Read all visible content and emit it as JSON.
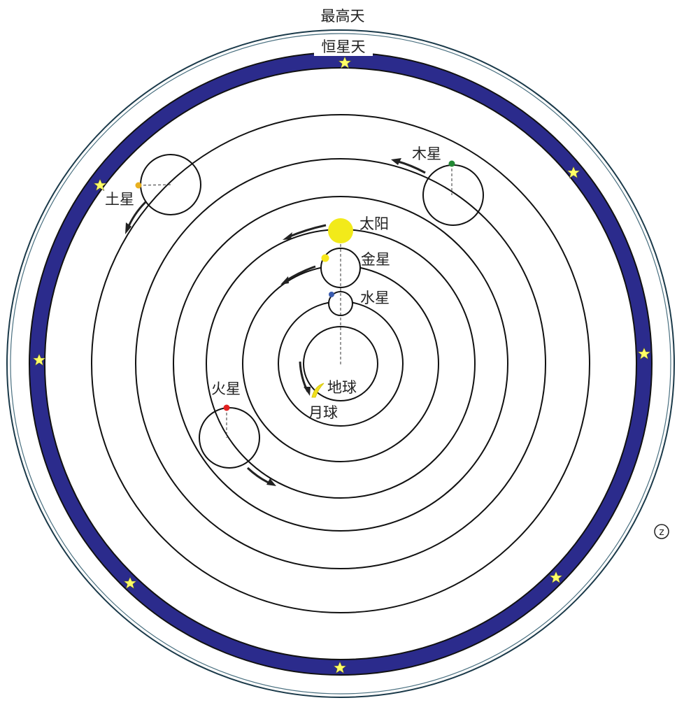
{
  "labels": {
    "empyrean": "最高天",
    "fixed_stars": "恒星天",
    "saturn": "土星",
    "jupiter": "木星",
    "sun": "太阳",
    "venus": "金星",
    "mercury": "水星",
    "mars": "火星",
    "earth": "地球",
    "moon": "月球",
    "corner_mark": "z"
  },
  "colors": {
    "background": "#ffffff",
    "orbit": "#111111",
    "fixed_star_band": "#2b2b8c",
    "outer_ring": "#1b3a4a",
    "star": "#ffff66",
    "sun": "#f2ea1a",
    "venus": "#f7e71a",
    "mercury": "#3a5cb0",
    "mars": "#e02020",
    "jupiter": "#228833",
    "saturn": "#e8b020",
    "moon": "#f0e020"
  },
  "bodies": [
    {
      "name": "earth",
      "icon": "earth-circle"
    },
    {
      "name": "moon",
      "icon": "crescent-moon-icon"
    },
    {
      "name": "mercury",
      "icon": "planet-dot"
    },
    {
      "name": "venus",
      "icon": "planet-dot"
    },
    {
      "name": "sun",
      "icon": "sun-disc"
    },
    {
      "name": "mars",
      "icon": "planet-dot"
    },
    {
      "name": "jupiter",
      "icon": "planet-dot"
    },
    {
      "name": "saturn",
      "icon": "planet-dot"
    }
  ]
}
